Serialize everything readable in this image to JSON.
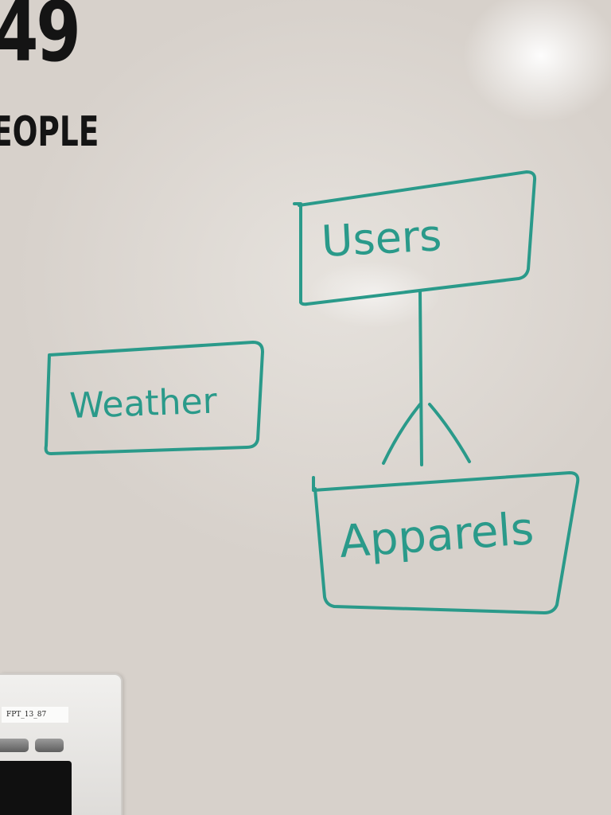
{
  "sign": {
    "number": "49",
    "label": "EOPLE"
  },
  "diagram": {
    "ink_color": "#2a9a8a",
    "entities": [
      {
        "id": "users",
        "label": "Users"
      },
      {
        "id": "weather",
        "label": "Weather"
      },
      {
        "id": "apparels",
        "label": "Apparels"
      }
    ],
    "relationships": [
      {
        "from": "users",
        "to": "apparels",
        "notation": "one-to-many (crow's foot)"
      }
    ]
  },
  "thermostat": {
    "tag_label": "FPT_13_87"
  }
}
